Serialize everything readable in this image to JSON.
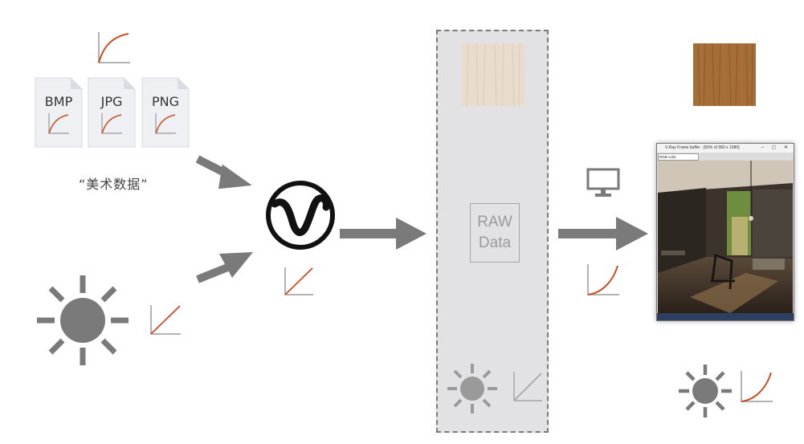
{
  "left": {
    "file_types": [
      "BMP",
      "JPG",
      "PNG"
    ],
    "caption": "“美术数据”"
  },
  "center": {
    "raw_line1": "RAW",
    "raw_line2": "Data"
  },
  "vfb": {
    "title": "V-Ray Frame buffer - [50% of 960 x 1080]",
    "channel": "RGB color"
  },
  "colors": {
    "curve": "#c94d22",
    "axis": "#9a9a9a",
    "arrow": "#7a7a7a",
    "sun": "#7a7a7a",
    "sun_panel": "#9a9a9a",
    "panel_bg": "#e2e2e4"
  },
  "icons": [
    "gamma-curve-icon",
    "file-icon",
    "vray-logo-icon",
    "sun-icon",
    "arrow-icon",
    "monitor-icon"
  ]
}
